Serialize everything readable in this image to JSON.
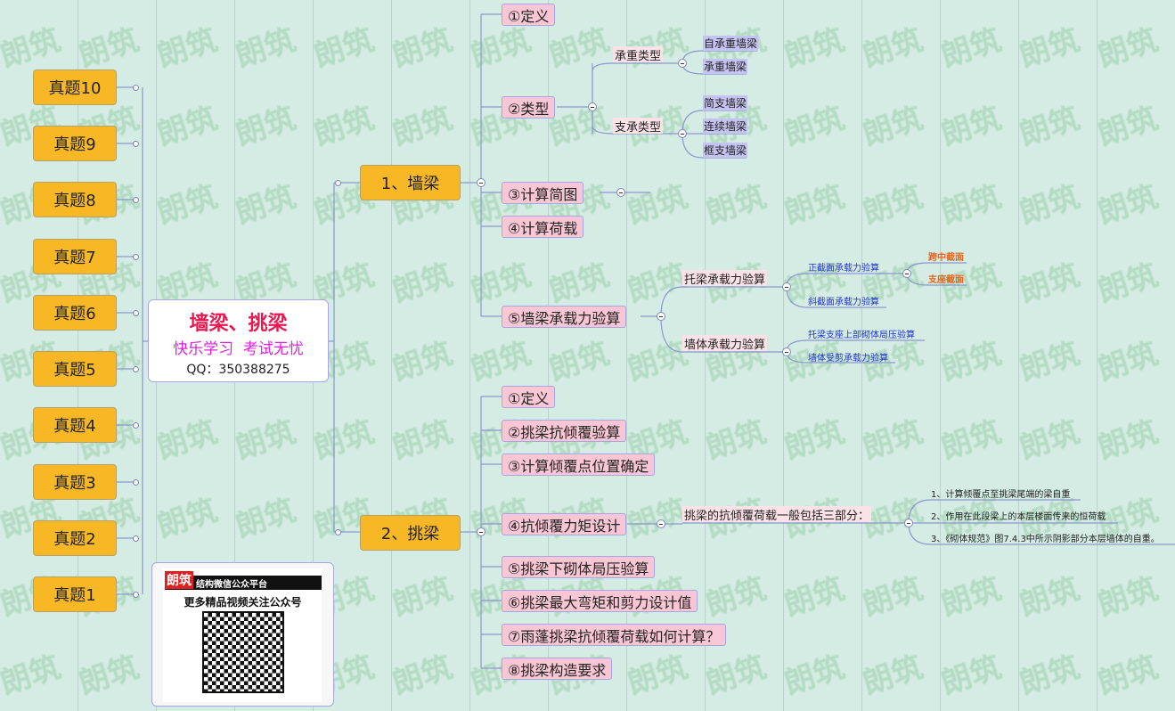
{
  "watermark": "朗筑",
  "center": {
    "title": "墙梁、挑梁",
    "subtitle": "快乐学习  考试无忧",
    "qq": "QQ：350388275"
  },
  "qr_card": {
    "brand": "朗筑",
    "platform": "结构微信公众平台",
    "caption": "更多精品视频关注公众号"
  },
  "exams": [
    "真题10",
    "真题9",
    "真题8",
    "真题7",
    "真题6",
    "真题5",
    "真题4",
    "真题3",
    "真题2",
    "真题1"
  ],
  "wall_beam": {
    "label": "1、墙梁",
    "children": [
      "①定义",
      "②类型",
      "③计算简图",
      "④计算荷载",
      "⑤墙梁承载力验算"
    ],
    "types": {
      "bearing": "承重类型",
      "bearing_items": [
        "自承重墙梁",
        "承重墙梁"
      ],
      "support": "支承类型",
      "support_items": [
        "简支墙梁",
        "连续墙梁",
        "框支墙梁"
      ]
    },
    "capacity": {
      "tuoliang": "托梁承载力验算",
      "tuoliang_items": [
        "正截面承载力验算",
        "斜截面承载力验算"
      ],
      "normal_items": [
        "跨中截面",
        "支座截面"
      ],
      "wall": "墙体承载力验算",
      "wall_items": [
        "托梁支座上部砌体局压验算",
        "墙体受剪承载力验算"
      ]
    }
  },
  "cantilever": {
    "label": "2、挑梁",
    "children": [
      "①定义",
      "②挑梁抗倾覆验算",
      "③计算倾覆点位置确定",
      "④抗倾覆力矩设计",
      "⑤挑梁下砌体局压验算",
      "⑥挑梁最大弯矩和剪力设计值",
      "⑦雨蓬挑梁抗倾覆荷载如何计算？",
      "⑧挑梁构造要求"
    ],
    "moment": {
      "label": "挑梁的抗倾覆荷载一般包括三部分：",
      "items": [
        "1、计算倾覆点至挑梁尾端的梁自重",
        "2、作用在此段梁上的本层楼面传来的恒荷载",
        "3、《砌体规范》图7.4.3中所示阴影部分本层墙体的自重。"
      ]
    }
  },
  "colors": {
    "background": "#d4ece3",
    "orange": "#f8b825",
    "pink": "#f9c6d6",
    "purple": "#c4c3f2",
    "title": "#e8174f",
    "subtitle": "#e020e0"
  }
}
